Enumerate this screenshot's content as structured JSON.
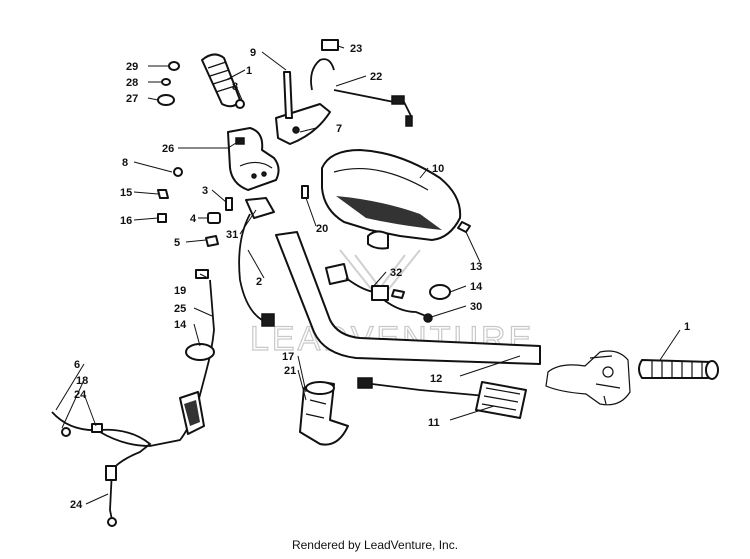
{
  "diagram": {
    "watermark": "LEADVENTURE",
    "callouts": {
      "p1a": "1",
      "p1b": "1",
      "p2": "2",
      "p3": "3",
      "p4": "4",
      "p5": "5",
      "p6": "6",
      "p7": "7",
      "p8a": "8",
      "p8b": "8",
      "p9": "9",
      "p10": "10",
      "p11": "11",
      "p12": "12",
      "p13": "13",
      "p14a": "14",
      "p14b": "14",
      "p15": "15",
      "p16": "16",
      "p17": "17",
      "p18": "18",
      "p19": "19",
      "p20": "20",
      "p21": "21",
      "p22": "22",
      "p23": "23",
      "p24a": "24",
      "p24b": "24",
      "p25": "25",
      "p26": "26",
      "p27": "27",
      "p28": "28",
      "p29": "29",
      "p30": "30",
      "p31": "31",
      "p32": "32"
    }
  },
  "footer": {
    "text": "Rendered by LeadVenture, Inc."
  }
}
